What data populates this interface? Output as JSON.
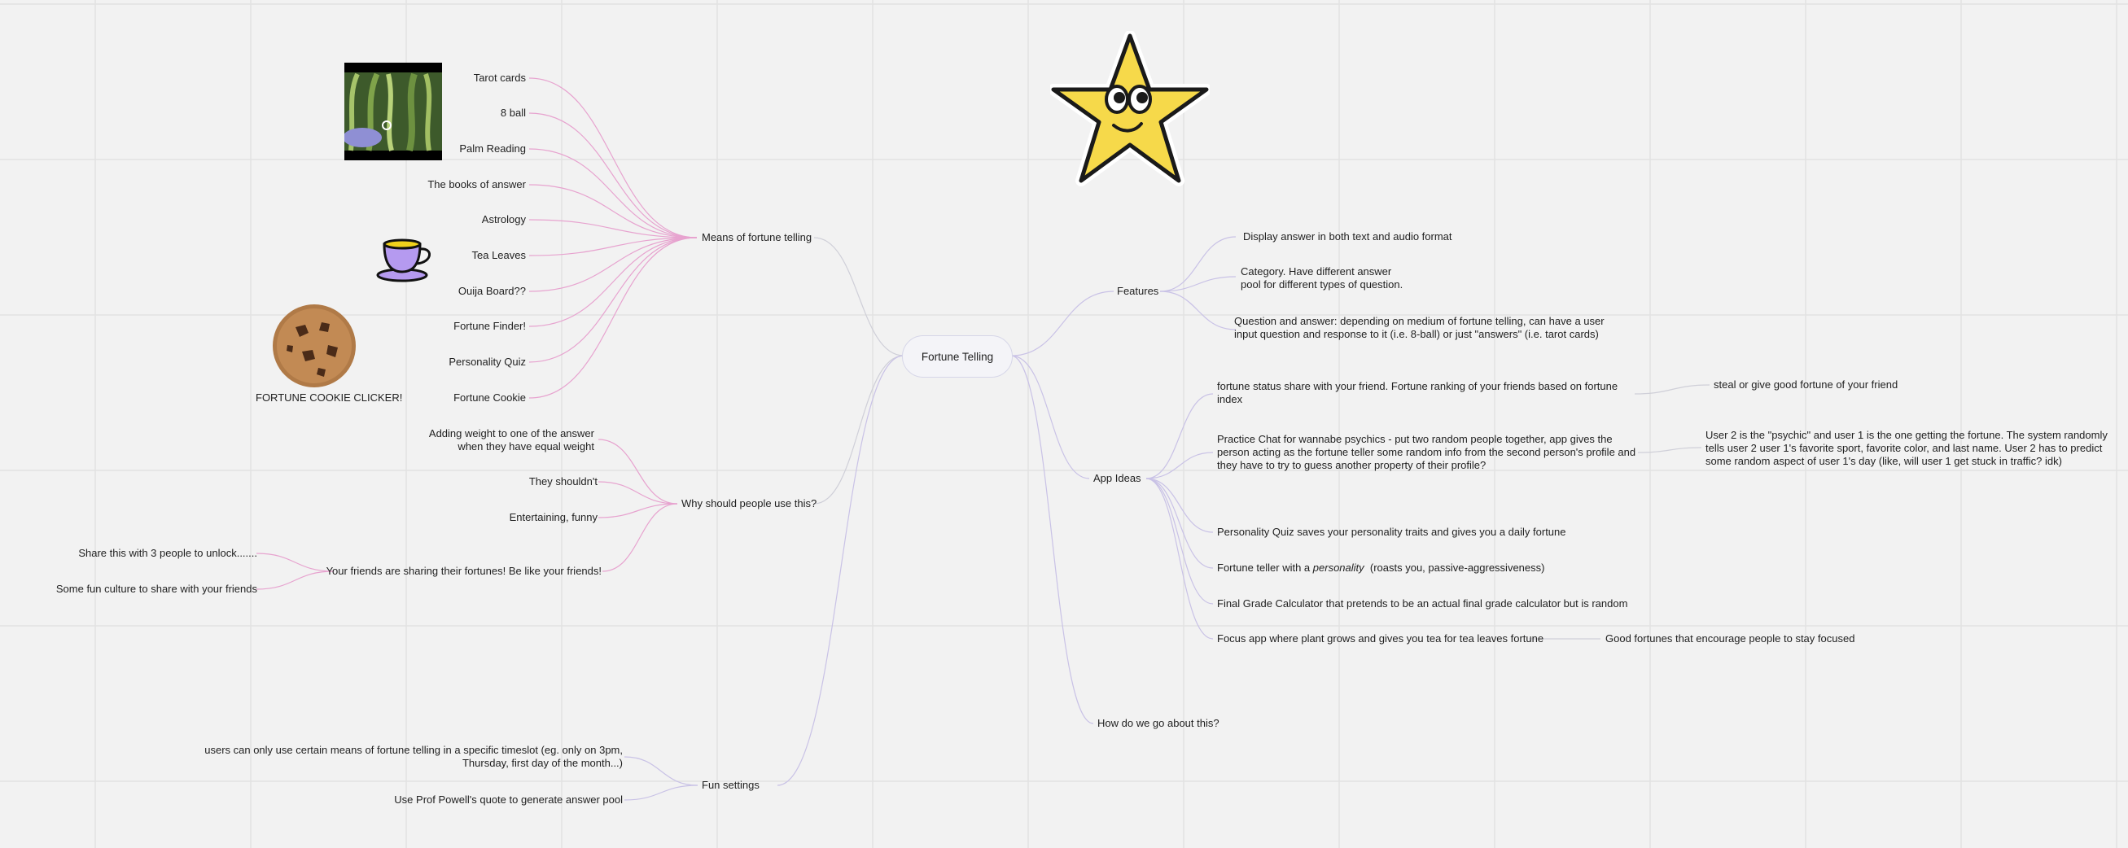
{
  "root": "Fortune Telling",
  "means": {
    "label": "Means of fortune telling",
    "items": [
      "Tarot cards",
      "8 ball",
      "Palm Reading",
      "The books of answer",
      "Astrology",
      "Tea Leaves",
      "Ouija Board??",
      "Fortune Finder!",
      "Personality Quiz",
      "Fortune Cookie"
    ],
    "cookie_clicker": "FORTUNE COOKIE CLICKER!"
  },
  "why": {
    "label": "Why should people use this?",
    "items": [
      "Adding weight to one of the answer when they have equal weight",
      "They shouldn't",
      "Entertaining, funny",
      "Your friends are sharing their fortunes! Be like your friends!"
    ],
    "friends_items": [
      "Share this with 3 people to unlock.......",
      "Some fun culture to share with your friends"
    ]
  },
  "fun": {
    "label": "Fun settings",
    "items": [
      "users can only use certain means of fortune telling in a specific timeslot (eg. only on 3pm, Thursday, first day of the month...)",
      "Use Prof Powell's quote to generate answer pool"
    ]
  },
  "features": {
    "label": "Features",
    "items": [
      "Display answer in both text and audio format",
      "Category. Have different answer pool for different types of question.",
      "Question and answer: depending on medium of fortune telling, can have a user input question and response to it (i.e. 8-ball) or just \"answers\" (i.e. tarot cards)"
    ]
  },
  "app_ideas": {
    "label": "App Ideas",
    "items": [
      "fortune status share with your friend. Fortune ranking of your friends based on fortune index",
      "Practice Chat for wannabe psychics - put two random people together, app gives the person acting as the fortune teller some random info from the second person's profile and they have to try to guess another property of their profile?",
      "Personality Quiz saves your personality traits and gives you a daily fortune",
      "Final Grade Calculator that pretends to be an actual final grade calculator but is random",
      "Focus app where plant grows and gives you tea for tea leaves fortune"
    ],
    "personality_pre": "Fortune teller with a ",
    "personality_em": "personality",
    "personality_post": "  (roasts you, passive-aggressiveness)",
    "sub_share": "steal or give good fortune of your friend",
    "sub_psychic": "User 2 is the \"psychic\" and user 1 is the one getting the fortune. The system randomly tells user 2 user 1's favorite sport, favorite color, and last name. User 2 has to predict some random aspect of user 1's day (like, will user 1 get stuck in traffic? idk)",
    "sub_focus": "Good fortunes that encourage people to stay focused"
  },
  "how": {
    "label": "How do we go about this?"
  },
  "colors": {
    "pink": "#e7a3cf",
    "violet": "#c9c2e6",
    "grey": "#cfcfd8",
    "star": "#f6d94a",
    "teacup": "#b59af0"
  }
}
